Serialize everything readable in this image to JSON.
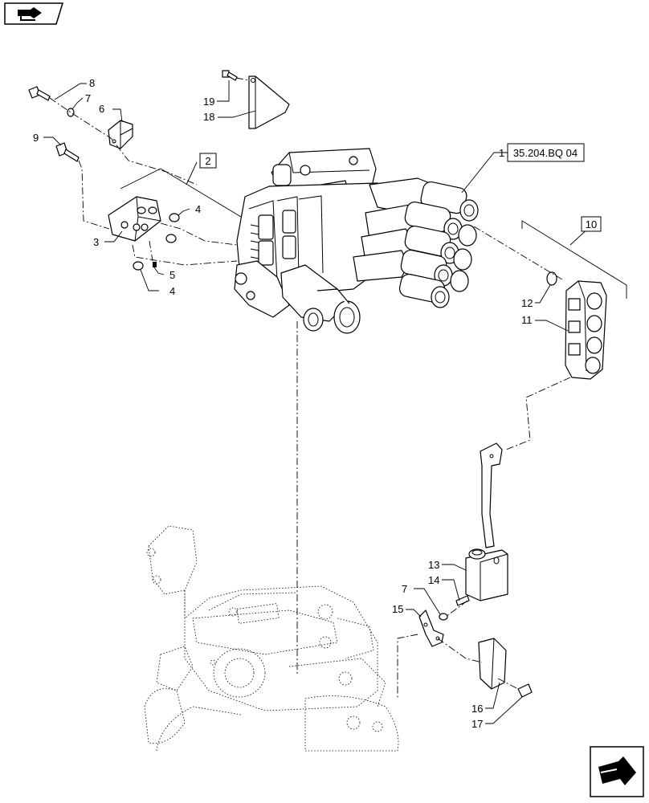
{
  "callouts": {
    "c1": "1",
    "c2": "2",
    "c3": "3",
    "c4a": "4",
    "c4b": "4",
    "c5": "5",
    "c6": "6",
    "c7a": "7",
    "c7b": "7",
    "c8": "8",
    "c9": "9",
    "c10": "10",
    "c11": "11",
    "c12": "12",
    "c13": "13",
    "c14": "14",
    "c15": "15",
    "c16": "16",
    "c17": "17",
    "c18": "18",
    "c19": "19"
  },
  "reference": "35.204.BQ 04",
  "icons": {
    "top_left": "previous-page-arrow-icon",
    "bottom_right": "next-page-arrow-icon"
  }
}
